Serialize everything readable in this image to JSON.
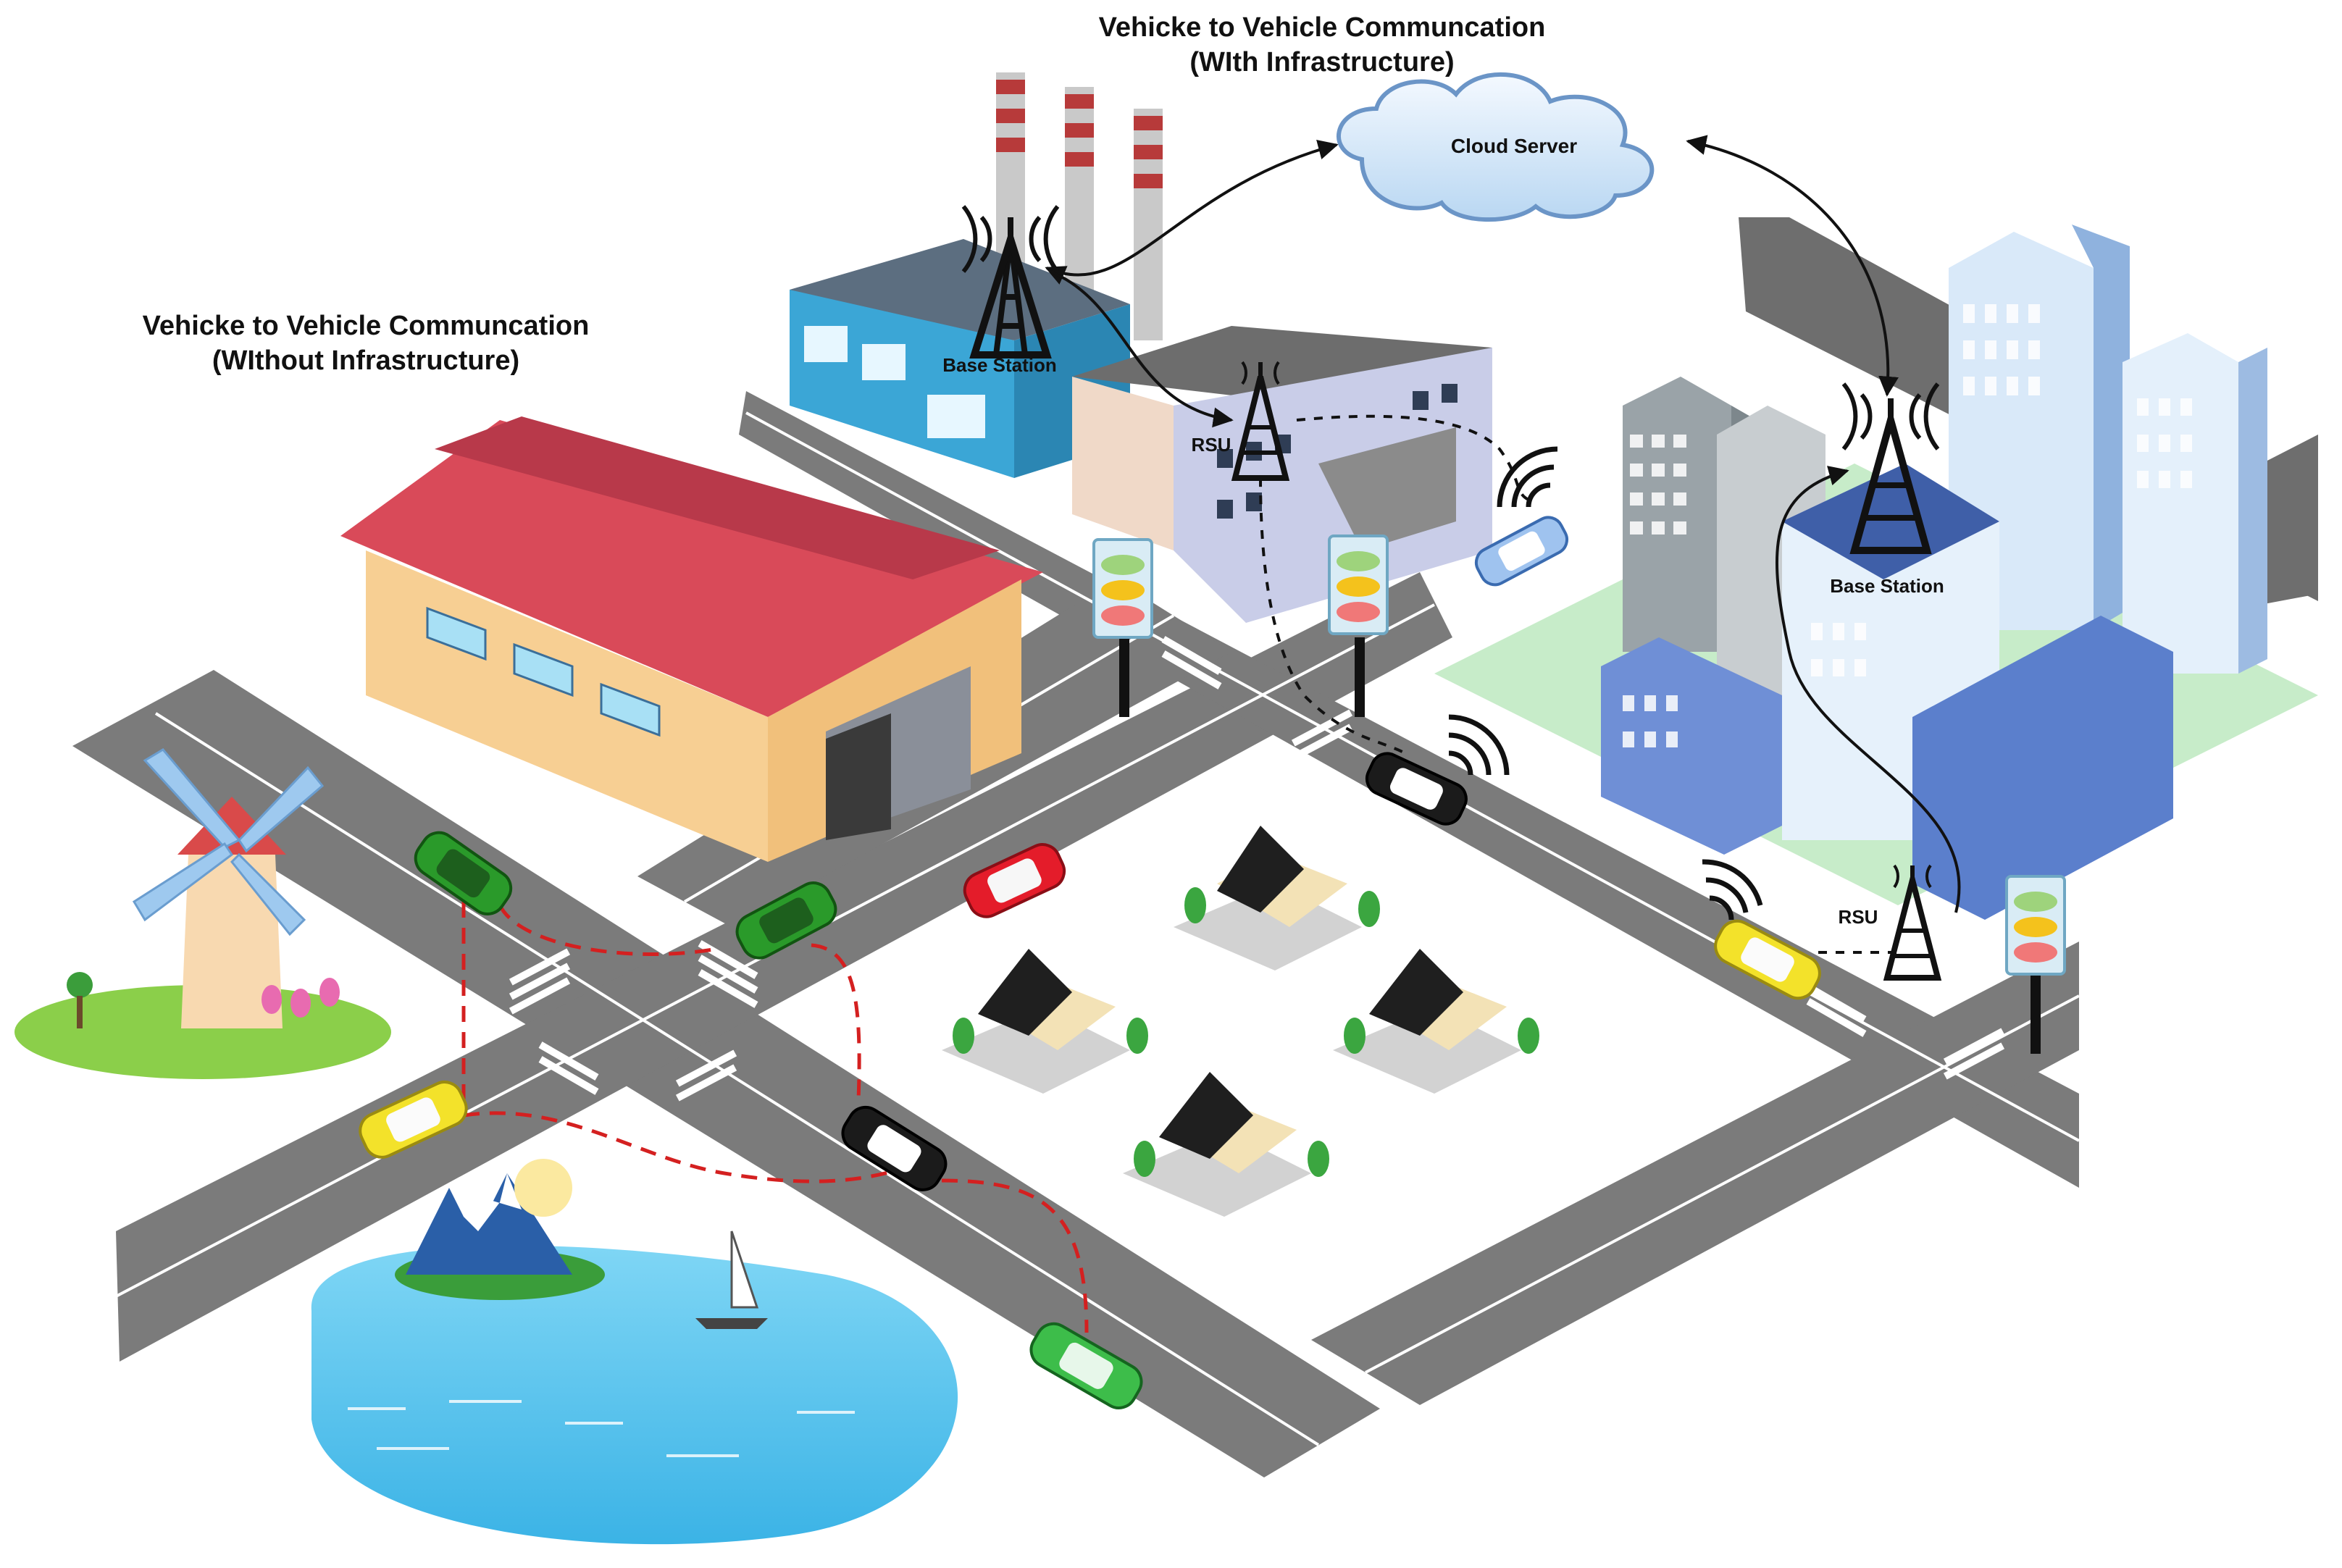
{
  "titles": {
    "infra_line1": "Vehicke to Vehicle Communcation",
    "infra_line2": "(WIth Infrastructure)",
    "noinfra_line1": "Vehicke to Vehicle Communcation",
    "noinfra_line2": "(WIthout Infrastructure)"
  },
  "labels": {
    "cloud": "Cloud Server",
    "base_station_factory": "Base Station",
    "base_station_city": "Base Station",
    "rsu_top": "RSU",
    "rsu_right": "RSU"
  },
  "colors": {
    "road": "#7a7a7a",
    "road_dark": "#666666",
    "v2v_link": "#d42020",
    "infra_link": "#111111",
    "cloud": "#cfe4f7",
    "lake": "#4fc3ef",
    "grass": "#8bcf4a",
    "city_lawn": "#c7ecc9",
    "warehouse_roof": "#d94a59",
    "warehouse_wall": "#f7cf93"
  },
  "icons": {
    "tower": "radio-tower-icon",
    "signal": "wifi-signal-icon",
    "traffic_light": "traffic-light-icon",
    "cloud": "cloud-icon"
  }
}
